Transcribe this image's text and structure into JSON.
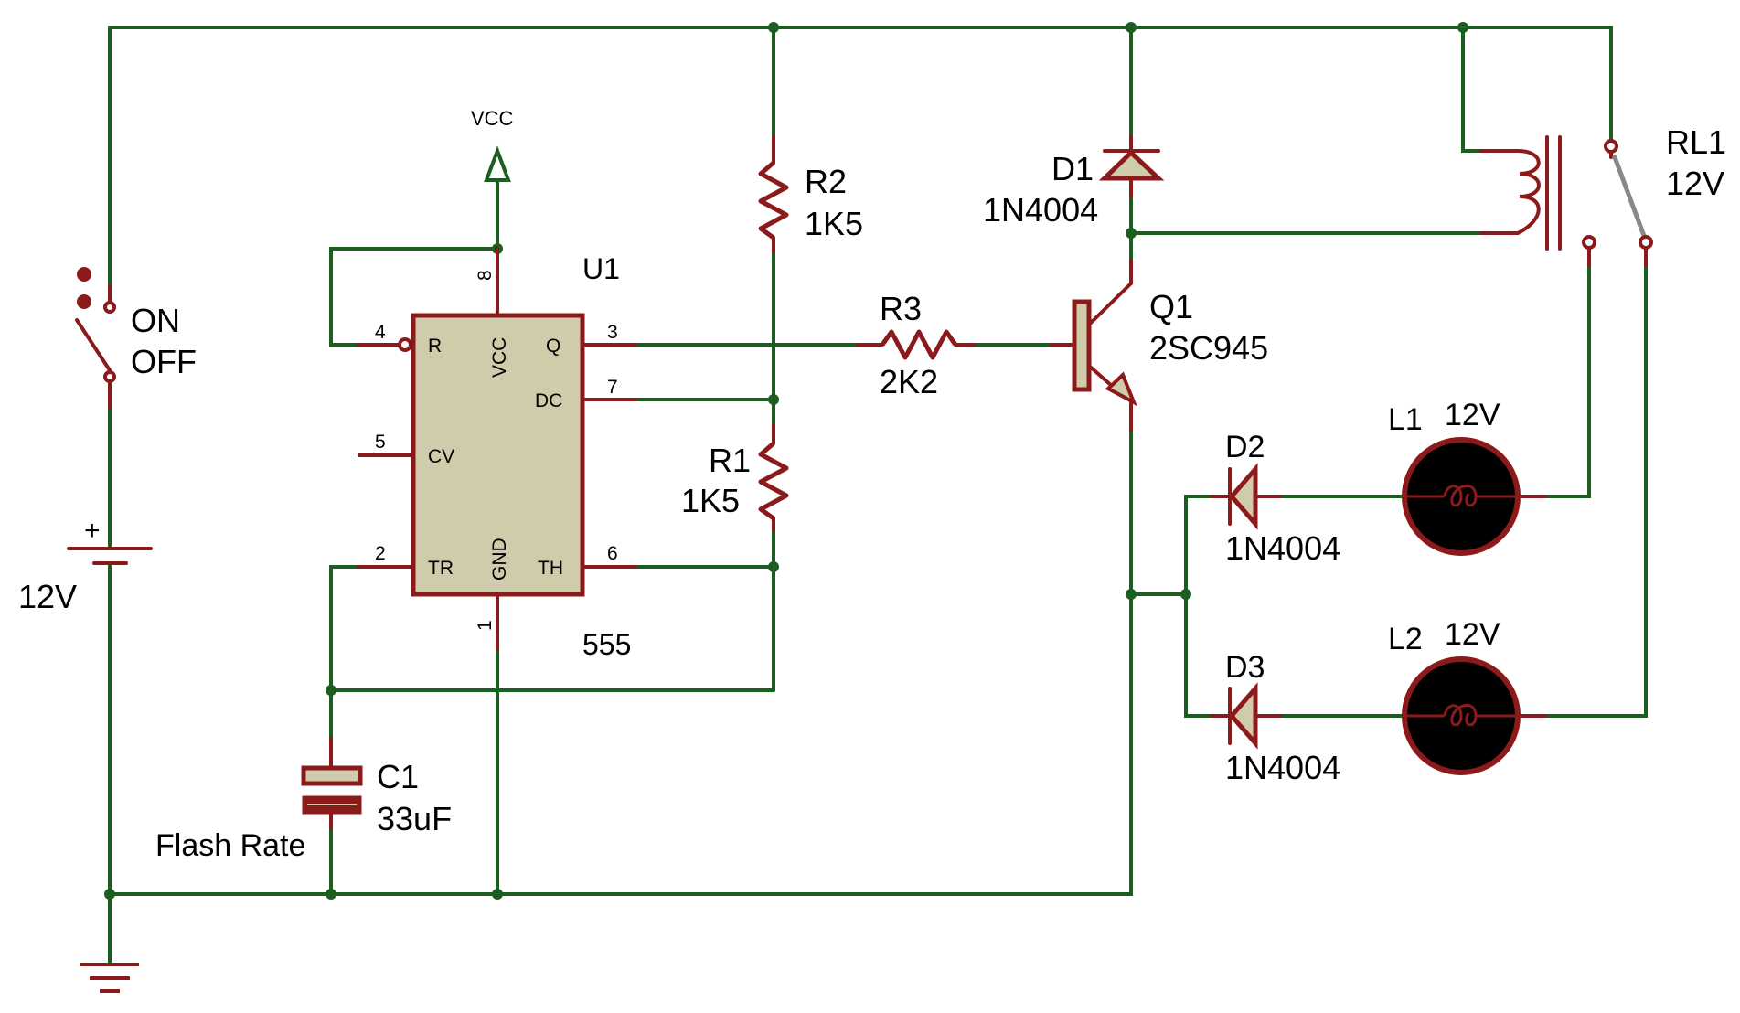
{
  "colors": {
    "wire": "#1b5e20",
    "component": "#8b1a1a",
    "body_fill": "#cfcbab",
    "lamp_fill": "#000000"
  },
  "power": {
    "battery_plus": "+",
    "battery_voltage": "12V",
    "vcc_label": "VCC",
    "switch_on": "ON",
    "switch_off": "OFF"
  },
  "ic": {
    "ref": "U1",
    "value": "555",
    "pins": {
      "r": "R",
      "vcc": "VCC",
      "q": "Q",
      "dc": "DC",
      "cv": "CV",
      "tr": "TR",
      "gnd": "GND",
      "th": "TH"
    },
    "pin_numbers": {
      "p1": "1",
      "p2": "2",
      "p3": "3",
      "p4": "4",
      "p5": "5",
      "p6": "6",
      "p7": "7",
      "p8": "8"
    }
  },
  "resistors": {
    "r1_ref": "R1",
    "r1_value": "1K5",
    "r2_ref": "R2",
    "r2_value": "1K5",
    "r3_ref": "R3",
    "r3_value": "2K2"
  },
  "capacitor": {
    "ref": "C1",
    "value": "33uF",
    "note": "Flash Rate"
  },
  "transistor": {
    "ref": "Q1",
    "value": "2SC945"
  },
  "diodes": {
    "d1_ref": "D1",
    "d1_value": "1N4004",
    "d2_ref": "D2",
    "d2_value": "1N4004",
    "d3_ref": "D3",
    "d3_value": "1N4004"
  },
  "relay": {
    "ref": "RL1",
    "value": "12V"
  },
  "lamps": {
    "l1_ref": "L1",
    "l1_value": "12V",
    "l2_ref": "L2",
    "l2_value": "12V"
  }
}
